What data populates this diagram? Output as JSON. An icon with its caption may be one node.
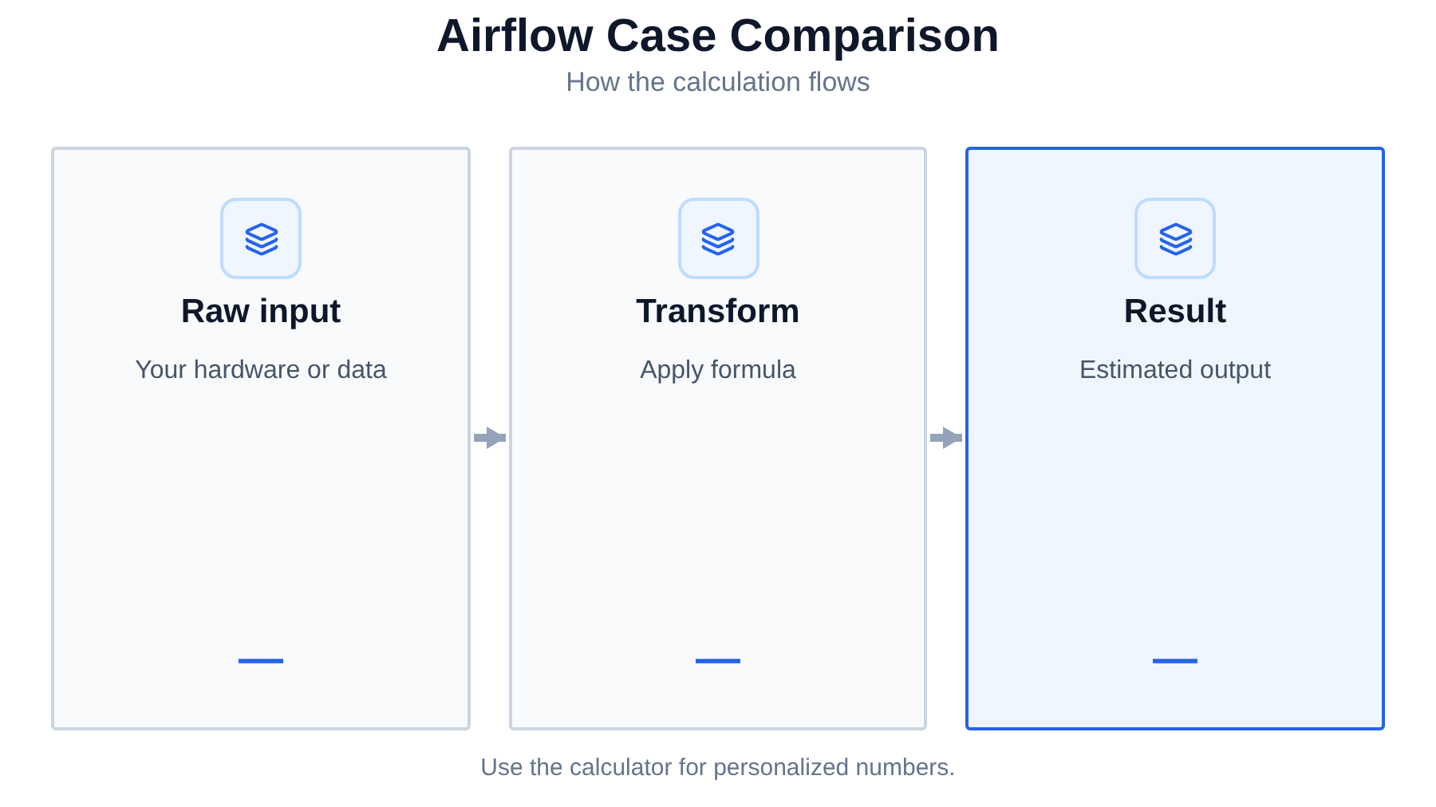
{
  "diagram": {
    "title": "Airflow Case Comparison",
    "caption": "Use the calculator for personalized numbers.",
    "nodes": [
      {
        "text": [
          "Raw input",
          "Your hardware or data",
          "—"
        ]
      },
      {
        "text": [
          "Transform",
          "Apply formula",
          "—"
        ]
      },
      {
        "text": [
          "Result",
          "Estimated output",
          "—"
        ]
      }
    ],
    "edges": [
      {
        "from": 0,
        "to": 1,
        "arrow": "to"
      },
      {
        "from": 1,
        "to": 2,
        "arrow": "to"
      }
    ],
    "labels": [
      "How the calculation flows"
    ]
  }
}
